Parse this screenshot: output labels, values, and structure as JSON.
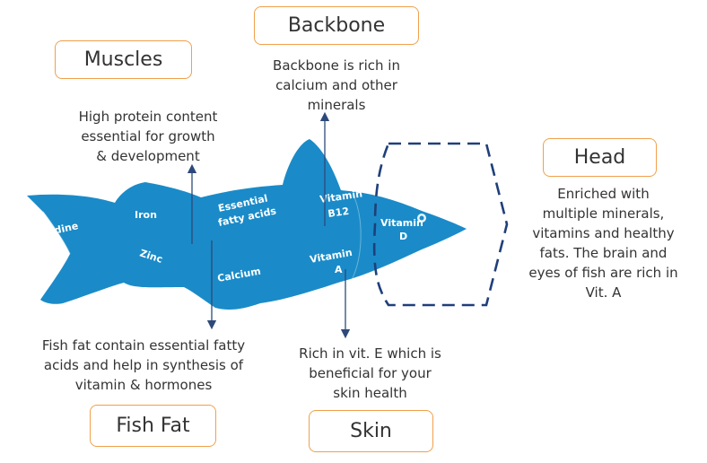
{
  "labels": {
    "backbone": "Backbone",
    "muscles": "Muscles",
    "head": "Head",
    "fish_fat": "Fish Fat",
    "skin": "Skin"
  },
  "notes": {
    "backbone": [
      "Backbone is rich in",
      "calcium and other",
      "minerals"
    ],
    "muscles": [
      "High protein content",
      "essential for growth",
      "& development"
    ],
    "head": [
      "Enriched with",
      "multiple minerals,",
      "vitamins and healthy",
      "fats. The brain and",
      "eyes of fish are rich in",
      "Vit. A"
    ],
    "fish_fat": [
      "Fish fat contain essential fatty",
      "acids and help in synthesis of",
      "vitamin & hormones"
    ],
    "skin": [
      "Rich in vit. E which is",
      "beneficial for your",
      "skin health"
    ]
  },
  "nutrients": {
    "iodine": "Iodine",
    "iron": "Iron",
    "zinc": "Zinc",
    "fatty_acids": [
      "Essential",
      "fatty acids"
    ],
    "calcium": "Calcium",
    "vitamin_b12": [
      "Vitamin",
      "B12"
    ],
    "vitamin_a": [
      "Vitamin",
      "A"
    ],
    "vitamin_d": [
      "Vitamin",
      "D"
    ]
  },
  "colors": {
    "fish": "#1a8bc8",
    "box_border": "#f0a04b",
    "arrow": "#2d4a7a",
    "head_outline": "#1f3f7a"
  }
}
